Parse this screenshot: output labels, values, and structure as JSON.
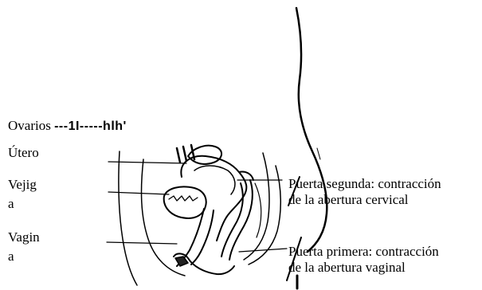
{
  "labels": {
    "ovarios": "Ovarios",
    "ovarios_scan_text": "---1I-----hlh'",
    "utero": "Útero",
    "vejiga_line1": "Vejig",
    "vejiga_line2": "a",
    "vagina_line1": "Vagin",
    "vagina_line2": "a",
    "puerta_segunda_line1": "Puerta segunda: contracción",
    "puerta_segunda_line2": "de la abertura cervical",
    "puerta_primera_line1": "Puerta primera: contracción",
    "puerta_primera_line2": "de la abertura vaginal"
  }
}
